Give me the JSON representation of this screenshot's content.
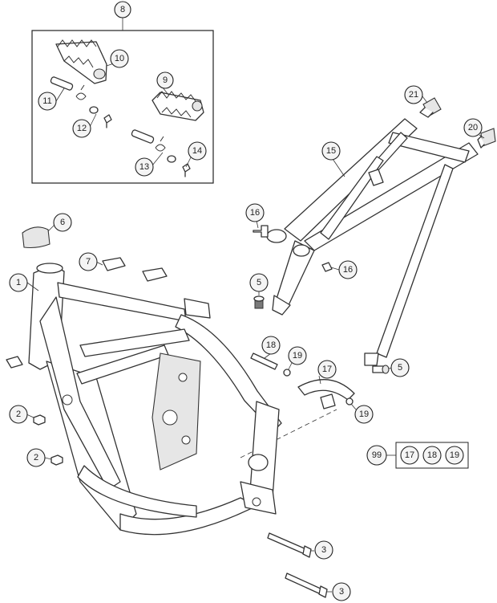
{
  "callouts": [
    {
      "id": "c8",
      "label": "8"
    },
    {
      "id": "c10",
      "label": "10"
    },
    {
      "id": "c9",
      "label": "9"
    },
    {
      "id": "c11",
      "label": "11"
    },
    {
      "id": "c12",
      "label": "12"
    },
    {
      "id": "c13",
      "label": "13"
    },
    {
      "id": "c14",
      "label": "14"
    },
    {
      "id": "c21",
      "label": "21"
    },
    {
      "id": "c20",
      "label": "20"
    },
    {
      "id": "c15",
      "label": "15"
    },
    {
      "id": "c6",
      "label": "6"
    },
    {
      "id": "c16a",
      "label": "16"
    },
    {
      "id": "c16b",
      "label": "16"
    },
    {
      "id": "c7",
      "label": "7"
    },
    {
      "id": "c1",
      "label": "1"
    },
    {
      "id": "c5a",
      "label": "5"
    },
    {
      "id": "c5b",
      "label": "5"
    },
    {
      "id": "c18",
      "label": "18"
    },
    {
      "id": "c19a",
      "label": "19"
    },
    {
      "id": "c17",
      "label": "17"
    },
    {
      "id": "c19b",
      "label": "19"
    },
    {
      "id": "c2a",
      "label": "2"
    },
    {
      "id": "c2b",
      "label": "2"
    },
    {
      "id": "c3a",
      "label": "3"
    },
    {
      "id": "c3b",
      "label": "3"
    }
  ],
  "kit": {
    "number": "99",
    "items": [
      "17",
      "18",
      "19"
    ]
  }
}
